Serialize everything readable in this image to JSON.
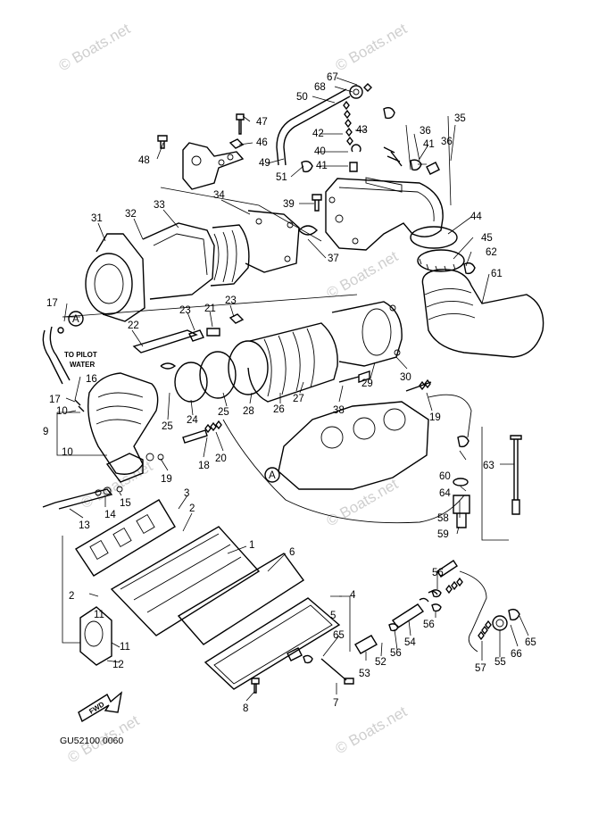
{
  "watermark": "© Boats.net",
  "diagram_code": "GU52100 0060",
  "labels": {
    "to_pilot_water_1": "TO PILOT",
    "to_pilot_water_2": "WATER",
    "fwd": "FWD",
    "circle_a": "A"
  },
  "callouts": [
    "1",
    "2",
    "3",
    "4",
    "5",
    "6",
    "7",
    "8",
    "9",
    "10",
    "11",
    "12",
    "13",
    "14",
    "15",
    "16",
    "17",
    "18",
    "19",
    "20",
    "21",
    "22",
    "23",
    "24",
    "25",
    "26",
    "27",
    "28",
    "29",
    "30",
    "31",
    "32",
    "33",
    "34",
    "35",
    "36",
    "37",
    "38",
    "39",
    "40",
    "41",
    "42",
    "43",
    "44",
    "45",
    "46",
    "47",
    "48",
    "49",
    "50",
    "51",
    "52",
    "53",
    "54",
    "55",
    "56",
    "57",
    "58",
    "59",
    "60",
    "61",
    "62",
    "63",
    "64",
    "65",
    "66",
    "67",
    "68"
  ]
}
